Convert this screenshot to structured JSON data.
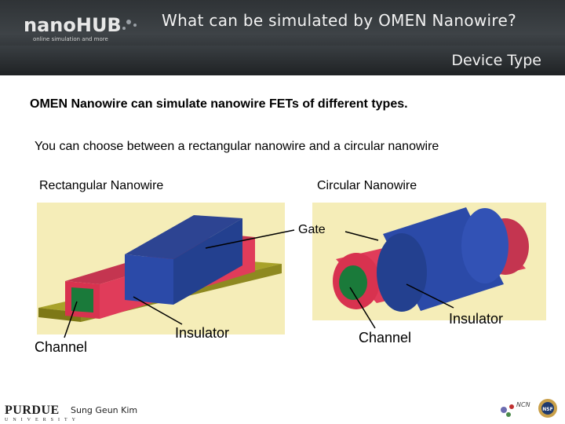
{
  "header": {
    "logo_text": "nanoHUB",
    "logo_tagline": "online simulation and more",
    "title": "What can be simulated by OMEN Nanowire?",
    "subtitle": "Device Type"
  },
  "content": {
    "heading": "OMEN Nanowire can simulate nanowire FETs of different types.",
    "body": "You can choose between a rectangular nanowire and a circular nanowire"
  },
  "figures": {
    "rectangular_label": "Rectangular Nanowire",
    "circular_label": "Circular Nanowire",
    "gate_label": "Gate",
    "insulator_label_left": "Insulator",
    "insulator_label_right": "Insulator",
    "channel_label_left": "Channel",
    "channel_label_right": "Channel",
    "colors": {
      "gate": "#2b4aa8",
      "insulator": "#e03c5a",
      "channel": "#1a7a3a",
      "substrate": "#9a9420",
      "background": "#f5edb8"
    }
  },
  "footer": {
    "university": "PURDUE",
    "university_sub": "UNIVERSITY",
    "author": "Sung Geun Kim",
    "ncn_logo_text": "NCN",
    "nsf_logo_text": "NSF"
  }
}
